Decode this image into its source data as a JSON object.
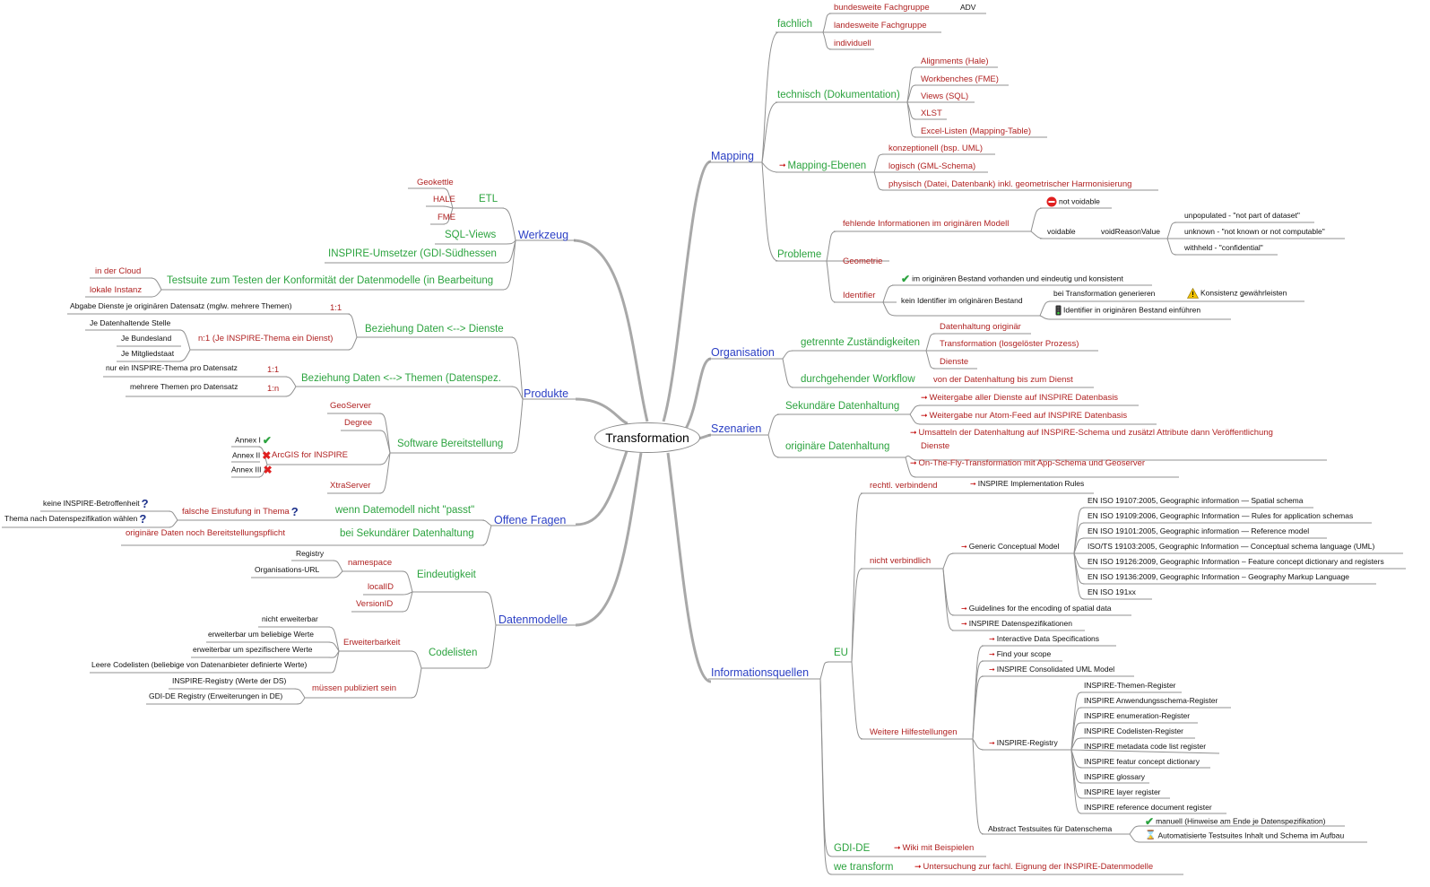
{
  "root": {
    "label": "Transformation"
  },
  "right": {
    "mapping": {
      "label": "Mapping",
      "fachlich": {
        "label": "fachlich",
        "items": [
          "bundesweite Fachgruppe",
          "landesweite Fachgruppe",
          "individuell"
        ],
        "adv": "ADV"
      },
      "technisch": {
        "label": "technisch (Dokumentation)",
        "items": [
          "Alignments (Hale)",
          "Workbenches (FME)",
          "Views (SQL)",
          "XLST",
          "Excel-Listen (Mapping-Table)"
        ]
      },
      "ebenen": {
        "label": "Mapping-Ebenen",
        "items": [
          "konzeptionell (bsp. UML)",
          "logisch (GML-Schema)",
          "physisch (Datei, Datenbank) inkl. geometrischer Harmonisierung"
        ]
      },
      "probleme": {
        "label": "Probleme",
        "fehlende": "fehlende Informationen im originären Modell",
        "not_voidable": "not voidable",
        "voidable": "voidable",
        "void_reason": "voidReasonValue",
        "reasons": [
          "unpopulated - \"not part of dataset\"",
          "unknown - \"not known or not computable\"",
          "withheld - \"confidential\""
        ],
        "geometrie": "Geometrie",
        "identifier": "Identifier",
        "vorhanden": "im originären Bestand vorhanden und eindeutig und konsistent",
        "kein_identifier": "kein Identifier im originären Bestand",
        "generieren": "bei Transformation generieren",
        "konsistenz": "Konsistenz gewährleisten",
        "einfuehren": "Identifier in originären Bestand einführen"
      }
    },
    "organisation": {
      "label": "Organisation",
      "getrennt": {
        "label": "getrennte Zuständigkeiten",
        "items": [
          "Datenhaltung originär",
          "Transformation (losgelöster Prozess)",
          "Dienste"
        ]
      },
      "workflow": {
        "label": "durchgehender Workflow",
        "item": "von der Datenhaltung bis zum Dienst"
      }
    },
    "szenarien": {
      "label": "Szenarien",
      "sekundaer": {
        "label": "Sekundäre Datenhaltung",
        "items": [
          "Weitergabe aller Dienste auf INSPIRE Datenbasis",
          "Weitergabe nur Atom-Feed auf INSPIRE Datenbasis"
        ]
      },
      "originaer": {
        "label": "originäre Datenhaltung",
        "item1_line1": "Umsatteln der Datenhaltung auf INSPIRE-Schema und zusätzl Attribute dann Veröffentlichung",
        "item1_line2": "Dienste",
        "item2": "On-The-Fly-Transformation mit App-Schema und Geoserver"
      }
    },
    "informationsquellen": {
      "label": "Informationsquellen",
      "eu": {
        "label": "EU",
        "rechtl": {
          "label": "rechtl. verbindend",
          "item": "INSPIRE Implementation Rules"
        },
        "nicht": {
          "label": "nicht verbindlich",
          "gcm": "Generic Conceptual Model",
          "iso": [
            "EN ISO 19107:2005, Geographic information — Spatial schema",
            "EN ISO 19109:2006, Geographic Information — Rules for application schemas",
            "EN ISO 19101:2005, Geographic information — Reference model",
            "ISO/TS 19103:2005, Geographic Information — Conceptual schema language (UML)",
            "EN ISO 19126:2009, Geographic Information – Feature concept dictionary and registers",
            "EN ISO 19136:2009, Geographic Information – Geography Markup Language",
            "EN ISO 191xx"
          ],
          "guidelines": "Guidelines for the encoding of spatial data",
          "spezifikationen": "INSPIRE Datenspezifikationen"
        },
        "weitere": {
          "label": "Weitere Hilfestellungen",
          "interactive": "Interactive Data Specifications",
          "scope": "Find your scope",
          "uml": "INSPIRE Consolidated UML Model",
          "registry": "INSPIRE-Registry",
          "registers": [
            "INSPIRE-Themen-Register",
            "INSPIRE Anwendungsschema-Register",
            "INSPIRE enumeration-Register",
            "INSPIRE Codelisten-Register",
            "INSPIRE metadata code list register",
            "INSPIRE featur concept dictionary",
            "INSPIRE glossary",
            "INSPIRE layer register",
            "INSPIRE reference document register"
          ],
          "abstract": "Abstract Testsuites für Datenschema",
          "manuell": "manuell (Hinweise am Ende je Datenspezifikation)",
          "automatisiert": "Automatisierte Testsuites Inhalt und Schema im Aufbau"
        }
      },
      "gdide": {
        "label": "GDI-DE",
        "item": "Wiki mit Beispielen"
      },
      "wetransform": {
        "label": "we transform",
        "item": "Untersuchung zur fachl. Eignung der INSPIRE-Datenmodelle"
      }
    }
  },
  "left": {
    "werkzeug": {
      "label": "Werkzeug",
      "etl": {
        "label": "ETL",
        "items": [
          "Geokettle",
          "HALE",
          "FME"
        ]
      },
      "sqlviews": "SQL-Views",
      "umsetzer": "INSPIRE-Umsetzer (GDI-Südhessen",
      "testsuite": {
        "label": "Testsuite zum Testen der Konformität der Datenmodelle (in Bearbeitung",
        "items": [
          "in der Cloud",
          "lokale Instanz"
        ]
      }
    },
    "produkte": {
      "label": "Produkte",
      "dienste": {
        "label": "Beziehung Daten <--> Dienste",
        "r1": "1:1",
        "r1_item": "Abgabe Dienste je originären Datensatz (mglw. mehrere Themen)",
        "r2": "n:1 (Je INSPIRE-Thema ein Dienst)",
        "r2_items": [
          "Je Datenhaltende Stelle",
          "Je Bundesland",
          "Je Mitgliedstaat"
        ]
      },
      "themen": {
        "label": "Beziehung Daten <--> Themen (Datenspez.",
        "r1": "1:1",
        "r1_item": "nur ein INSPIRE-Thema pro Datensatz",
        "r2": "1:n",
        "r2_item": "mehrere Themen pro Datensatz"
      },
      "software": {
        "label": "Software Bereitstellung",
        "items": [
          "GeoServer",
          "Degree",
          "ArcGIS for INSPIRE",
          "XtraServer"
        ],
        "annex": [
          "Annex I",
          "Annex II",
          "Annex III"
        ]
      }
    },
    "fragen": {
      "label": "Offene Fragen",
      "passt": {
        "label": "wenn Datemodell nicht \"passt\"",
        "falsch": "falsche Einstufung in Thema",
        "items": [
          "keine INSPIRE-Betroffenheit",
          "Thema nach Datenspezifikation wählen"
        ]
      },
      "sekundaer": {
        "label": "bei Sekundärer Datenhaltung",
        "item": "originäre Daten noch Bereitstellungspflicht"
      }
    },
    "datenmodelle": {
      "label": "Datenmodelle",
      "eindeutigkeit": {
        "label": "Eindeutigkeit",
        "namespace": "namespace",
        "ns_items": [
          "Registry",
          "Organisations-URL"
        ],
        "localid": "localID",
        "versionid": "VersionID"
      },
      "codelisten": {
        "label": "Codelisten",
        "erweiterbarkeit": "Erweiterbarkeit",
        "erw_items": [
          "nicht erweiterbar",
          "erweiterbar um beliebige Werte",
          "erweiterbar um spezifischere Werte",
          "Leere Codelisten (beliebige von Datenanbieter definierte Werte)"
        ],
        "publiziert": "müssen publiziert sein",
        "pub_items": [
          "INSPIRE-Registry (Werte der DS)",
          "GDI-DE Registry (Erweiterungen in DE)"
        ]
      }
    }
  },
  "colors": {
    "level1": "#2b3fc4",
    "level2": "#2ca33f",
    "level3": "#b02222",
    "text": "#111111",
    "branch": "#8a8a8a"
  },
  "icons": [
    "arrow-icon",
    "check-icon",
    "cross-icon",
    "question-icon",
    "stop-icon",
    "warning-icon",
    "hourglass-icon",
    "traffic-light-icon"
  ]
}
